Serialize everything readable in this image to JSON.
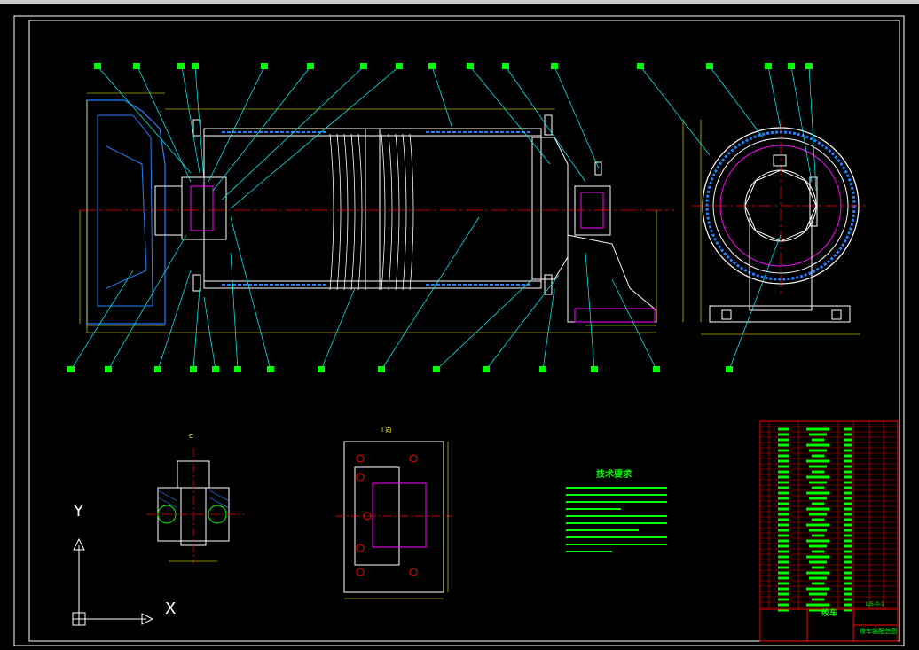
{
  "axes": {
    "y_label": "Y",
    "x_label": "X"
  },
  "technical_requirements": {
    "title": "技术要求"
  },
  "title_block": {
    "name": "绞车",
    "subtitle": "绞车装配总图",
    "code": "LJ5-0-1"
  },
  "views": {
    "section_c": "C",
    "view_i": "I 向"
  },
  "colors": {
    "frame": "#ffffff",
    "outline": "#ffffff",
    "dimension": "#ffff00",
    "leader": "#00ffff",
    "hatch": "#2080ff",
    "centerline": "#ff0000",
    "balloon": "#00ff00",
    "text": "#00ff00",
    "accent": "#ff00ff"
  }
}
